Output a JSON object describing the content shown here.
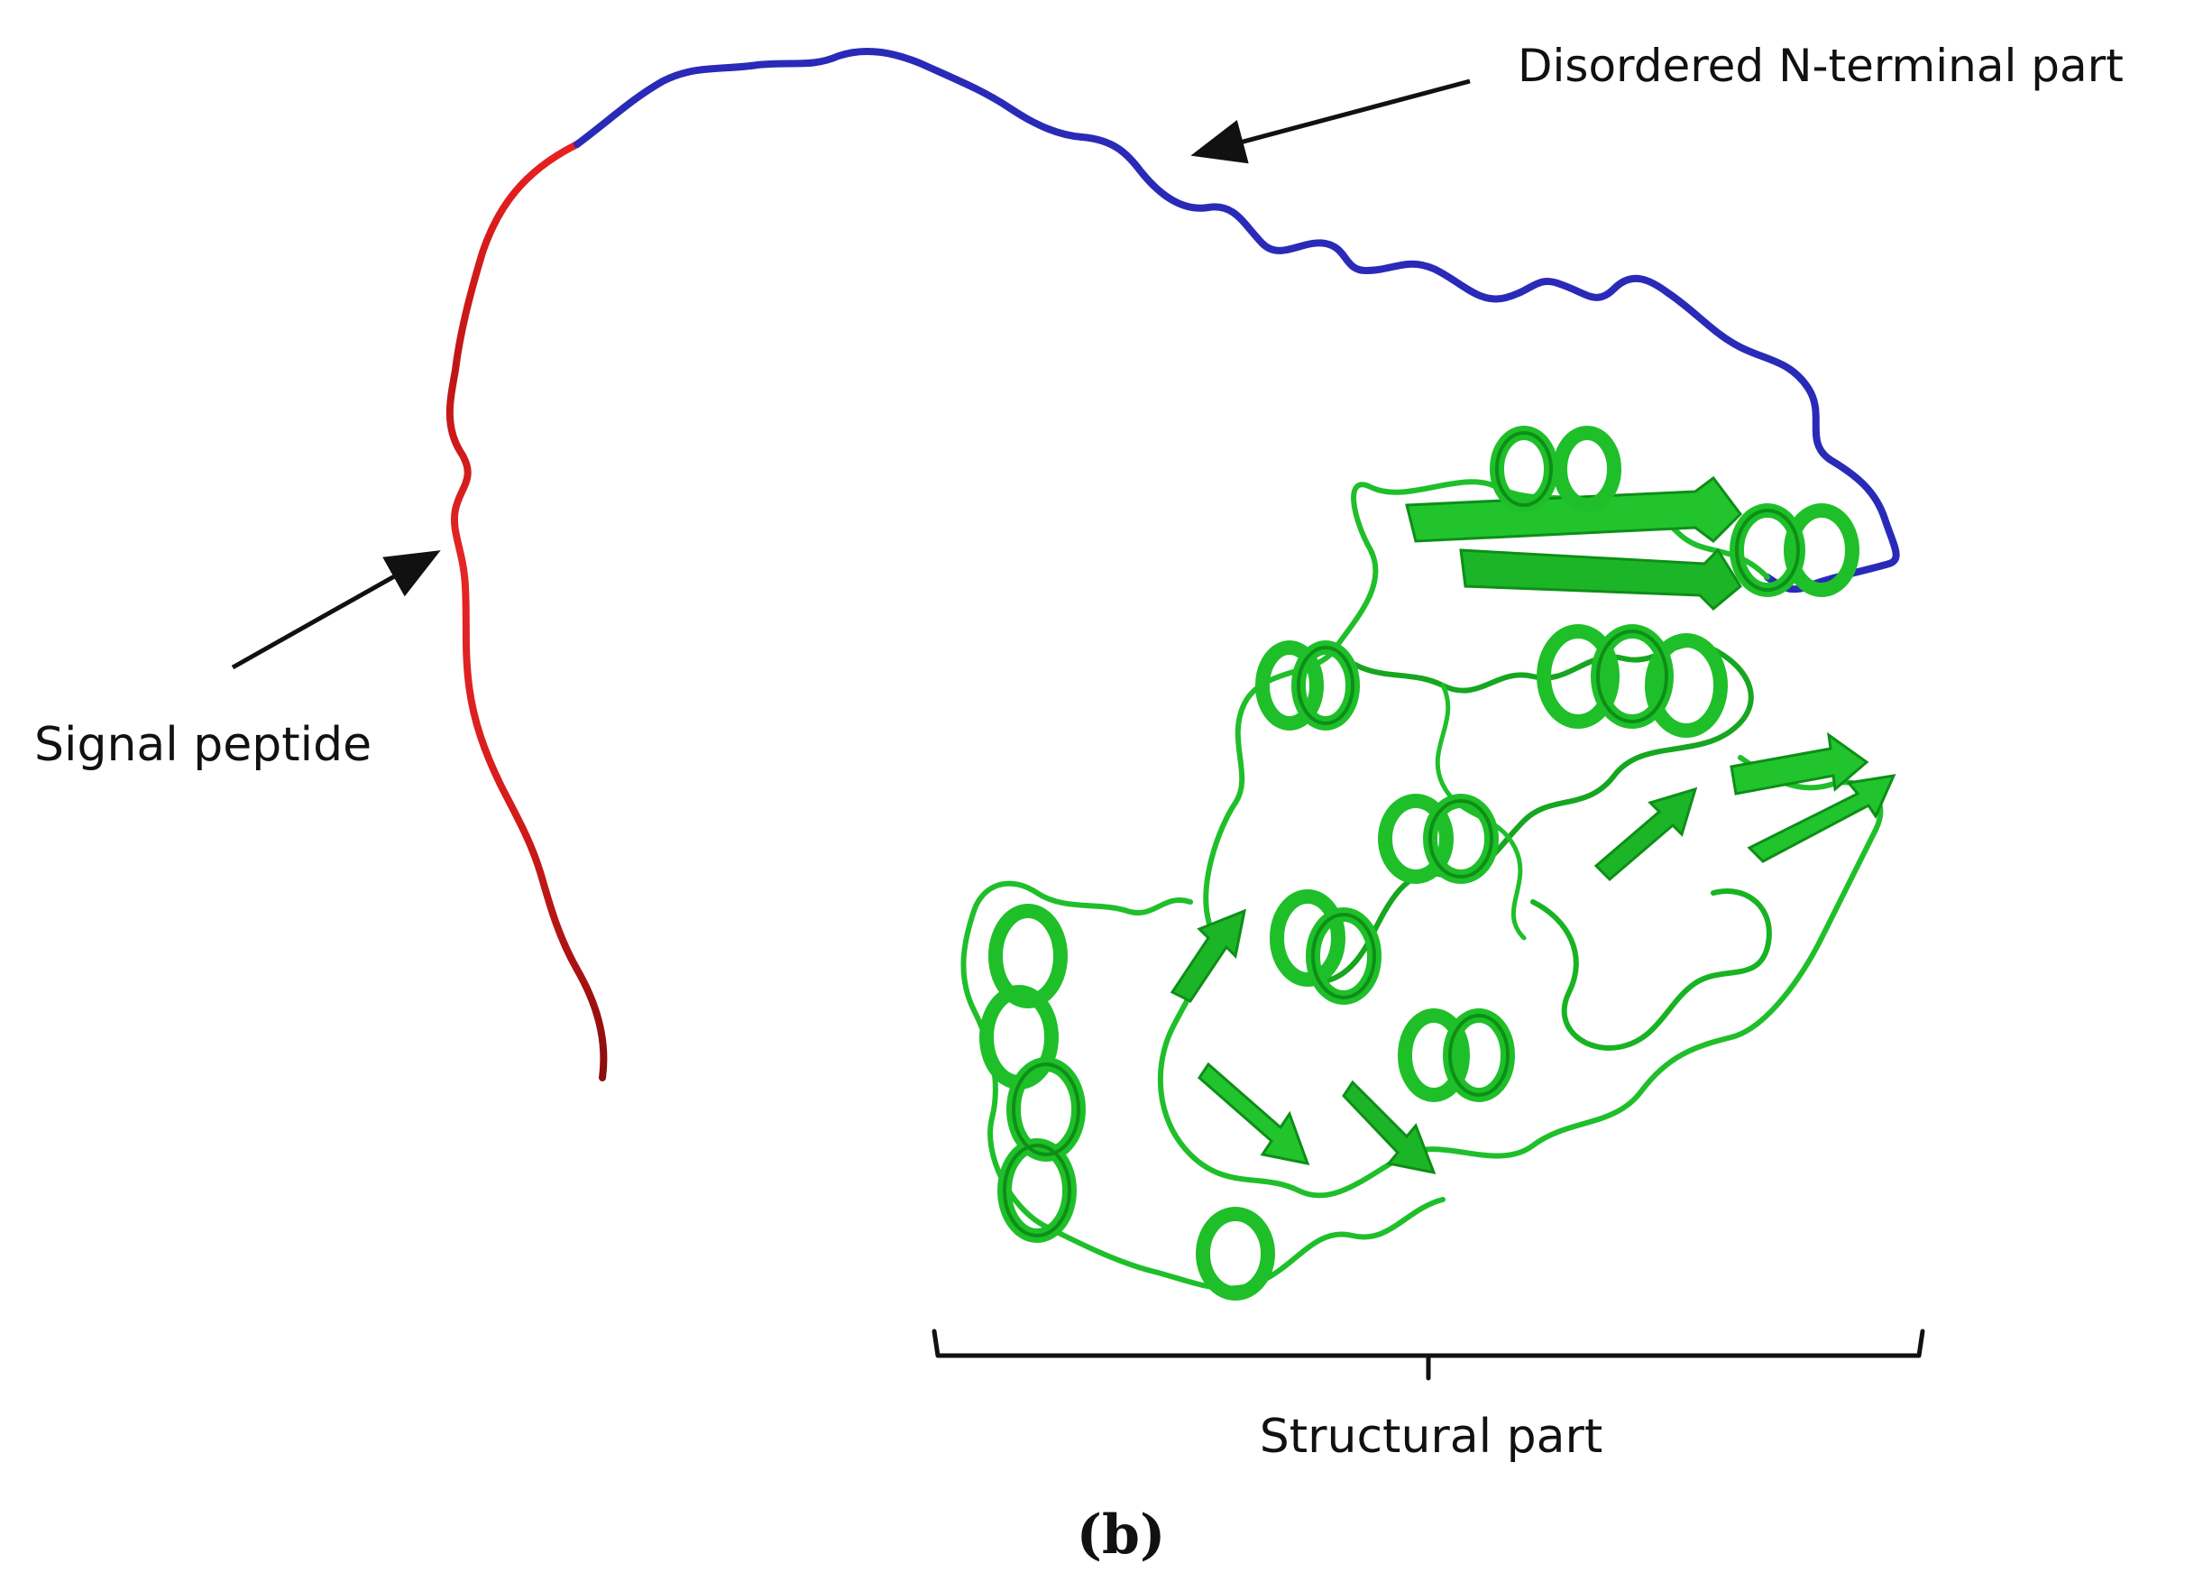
{
  "figure": {
    "panel_label": "(b)",
    "labels": {
      "disordered": "Disordered N-terminal part",
      "signal": "Signal peptide",
      "structural": "Structural part"
    },
    "regions": [
      {
        "name": "signal-peptide",
        "color": "#e01b1b"
      },
      {
        "name": "disordered-n-terminal",
        "color": "#2a2ab8"
      },
      {
        "name": "structural",
        "color": "#1fbf2a"
      }
    ],
    "colors": {
      "signal": "#e01b1b",
      "signal_dark": "#8a0d0d",
      "disordered": "#2a2ab8",
      "structural": "#1fbf2a",
      "structural_dark": "#0d8f17",
      "annotation": "#111111"
    }
  }
}
